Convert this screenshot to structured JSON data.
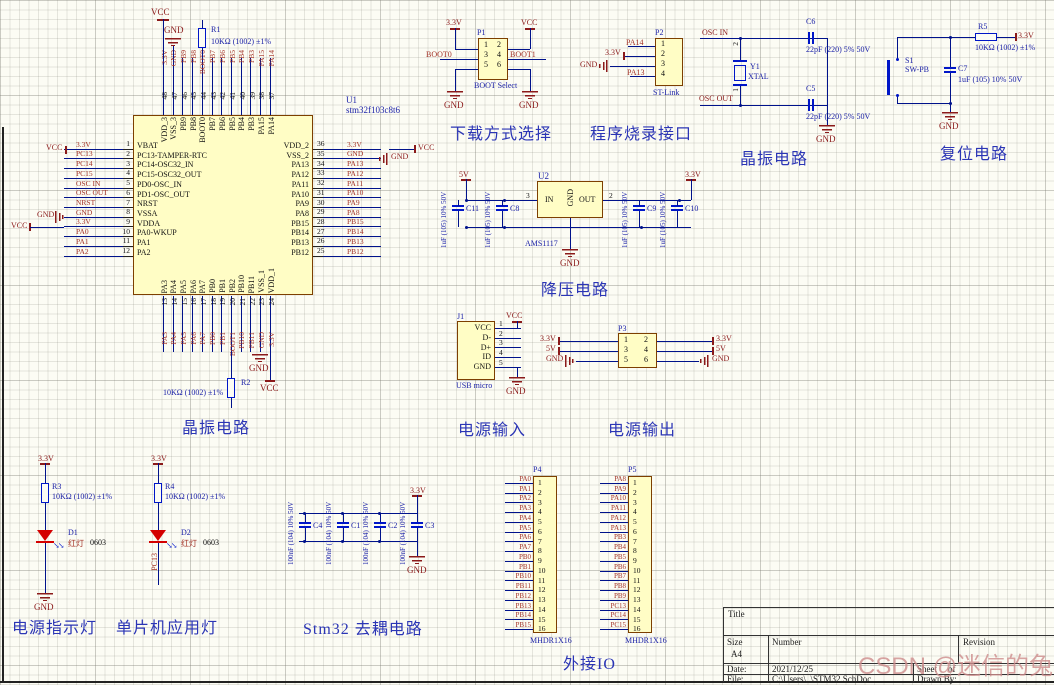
{
  "sym": {
    "vcc": "VCC",
    "gnd": "GND",
    "v33": "3.3V",
    "v5": "5V"
  },
  "labels": {
    "download": "下载方式选择",
    "program": "程序烧录接口",
    "crystal": "晶振电路",
    "reset": "复位电路",
    "buck": "降压电路",
    "power_in": "电源输入",
    "power_out": "电源输出",
    "crystal2": "晶振电路",
    "power_led": "电源指示灯",
    "app_led": "单片机应用灯",
    "decouple": "Stm32 去耦电路",
    "ext_io": "外接IO"
  },
  "u1": {
    "ref": "U1",
    "part": "stm32f103c8t6",
    "left": [
      {
        "net": "3.3V",
        "num": "1",
        "name": "VBAT"
      },
      {
        "net": "PC13",
        "num": "2",
        "name": "PC13-TAMPER-RTC"
      },
      {
        "net": "PC14",
        "num": "3",
        "name": "PC14-OSC32_IN"
      },
      {
        "net": "PC15",
        "num": "4",
        "name": "PC15-OSC32_OUT"
      },
      {
        "net": "OSC IN",
        "num": "5",
        "name": "PD0-OSC_IN"
      },
      {
        "net": "OSC OUT",
        "num": "6",
        "name": "PD1-OSC_OUT"
      },
      {
        "net": "NRST",
        "num": "7",
        "name": "NRST"
      },
      {
        "net": "GND",
        "num": "8",
        "name": "VSSA"
      },
      {
        "net": "3.3V",
        "num": "9",
        "name": "VDDA"
      },
      {
        "net": "PA0",
        "num": "10",
        "name": "PA0-WKUP"
      },
      {
        "net": "PA1",
        "num": "11",
        "name": "PA1"
      },
      {
        "net": "PA2",
        "num": "12",
        "name": "PA2"
      }
    ],
    "right": [
      {
        "net": "3.3V",
        "num": "36",
        "name": "VDD_2"
      },
      {
        "net": "GND",
        "num": "35",
        "name": "VSS_2"
      },
      {
        "net": "PA13",
        "num": "34",
        "name": "PA13"
      },
      {
        "net": "PA12",
        "num": "33",
        "name": "PA12"
      },
      {
        "net": "PA11",
        "num": "32",
        "name": "PA11"
      },
      {
        "net": "PA10",
        "num": "31",
        "name": "PA10"
      },
      {
        "net": "PA9",
        "num": "30",
        "name": "PA9"
      },
      {
        "net": "PA8",
        "num": "29",
        "name": "PA8"
      },
      {
        "net": "PB15",
        "num": "28",
        "name": "PB15"
      },
      {
        "net": "PB14",
        "num": "27",
        "name": "PB14"
      },
      {
        "net": "PB13",
        "num": "26",
        "name": "PB13"
      },
      {
        "net": "PB12",
        "num": "25",
        "name": "PB12"
      }
    ],
    "top": [
      {
        "net": "3.3V",
        "num": "48",
        "name": "VDD_3"
      },
      {
        "net": "GND",
        "num": "47",
        "name": "VSS_3"
      },
      {
        "net": "PB9",
        "num": "46",
        "name": "PB9"
      },
      {
        "net": "PB8",
        "num": "45",
        "name": "PB8"
      },
      {
        "net": "BOOT0",
        "num": "44",
        "name": "BOOT0"
      },
      {
        "net": "PB7",
        "num": "43",
        "name": "PB7"
      },
      {
        "net": "PB6",
        "num": "42",
        "name": "PB6"
      },
      {
        "net": "PB5",
        "num": "41",
        "name": "PB5"
      },
      {
        "net": "PB4",
        "num": "40",
        "name": "PB4"
      },
      {
        "net": "PB3",
        "num": "39",
        "name": "PB3"
      },
      {
        "net": "PA15",
        "num": "38",
        "name": "PA15"
      },
      {
        "net": "PA14",
        "num": "37",
        "name": "PA14"
      }
    ],
    "bottom": [
      {
        "net": "PA3",
        "num": "13",
        "name": "PA3"
      },
      {
        "net": "PA4",
        "num": "14",
        "name": "PA4"
      },
      {
        "net": "PA5",
        "num": "15",
        "name": "PA5"
      },
      {
        "net": "PA6",
        "num": "16",
        "name": "PA6"
      },
      {
        "net": "PA7",
        "num": "17",
        "name": "PA7"
      },
      {
        "net": "PB0",
        "num": "18",
        "name": "PB0"
      },
      {
        "net": "PB1",
        "num": "19",
        "name": "PB1"
      },
      {
        "net": "BOOT1",
        "num": "20",
        "name": "PB2"
      },
      {
        "net": "PB10",
        "num": "21",
        "name": "PB10"
      },
      {
        "net": "PB11",
        "num": "22",
        "name": "PB11"
      },
      {
        "net": "GND",
        "num": "23",
        "name": "VSS_1"
      },
      {
        "net": "3.3V",
        "num": "24",
        "name": "VDD_1"
      }
    ]
  },
  "r1": {
    "ref": "R1",
    "val": "10KΩ (1002) ±1%"
  },
  "r2": {
    "ref": "R2",
    "val": "10KΩ (1002) ±1%"
  },
  "r5": {
    "ref": "R5",
    "val": "10KΩ (1002) ±1%"
  },
  "boot": {
    "ref": "P1",
    "name": "BOOT Select",
    "left_pins": [
      "1",
      "3",
      "5"
    ],
    "right_pins": [
      "2",
      "4",
      "6"
    ],
    "net_left": "BOOT0",
    "net_right": "BOOT1"
  },
  "stlink": {
    "ref": "P2",
    "name": "ST-Link",
    "pins": [
      "1",
      "2",
      "3",
      "4"
    ],
    "net_pin1": "PA14",
    "net_pin4": "PA13"
  },
  "xtal": {
    "ref": "Y1",
    "part": "XTAL",
    "pin_top": "2",
    "pin_bot": "1",
    "osc_in": "OSC IN",
    "osc_out": "OSC OUT"
  },
  "c6": {
    "ref": "C6",
    "val": "22pF (220) 5% 50V"
  },
  "c5": {
    "ref": "C5",
    "val": "22pF (220) 5% 50V"
  },
  "reset": {
    "s1_ref": "S1",
    "s1_part": "SW-PB",
    "c7_ref": "C7",
    "c7_val": "1uF (105) 10% 50V"
  },
  "reg": {
    "ref": "U2",
    "part": "AMS1117",
    "pin_in": "IN",
    "pin_gnd": "GND",
    "pin_out": "OUT",
    "num_in": "3",
    "num_out": "2",
    "caps": [
      {
        "ref": "C8",
        "val": "1uF (105) 10% 50V"
      },
      {
        "ref": "C9",
        "val": "1uF (105) 10% 50V"
      },
      {
        "ref": "C10",
        "val": "1uF (105) 10% 50V"
      },
      {
        "ref": "C11",
        "val": "1uF (105) 10% 50V"
      }
    ]
  },
  "usb": {
    "ref": "J1",
    "part": "USB micro",
    "rows": [
      {
        "num": "1",
        "name": "VCC"
      },
      {
        "num": "2",
        "name": "D-"
      },
      {
        "num": "3",
        "name": "D+"
      },
      {
        "num": "4",
        "name": "ID"
      },
      {
        "num": "5",
        "name": "GND"
      }
    ]
  },
  "pout": {
    "ref": "P3",
    "left_pins": [
      "1",
      "3",
      "5"
    ],
    "right_pins": [
      "2",
      "4",
      "6"
    ]
  },
  "dec": {
    "caps": [
      {
        "ref": "C1",
        "val": "100nF (104) 10% 50V"
      },
      {
        "ref": "C2",
        "val": "100nF (104) 10% 50V"
      },
      {
        "ref": "C3",
        "val": "100nF (104) 10% 50V"
      },
      {
        "ref": "C4",
        "val": "100nF (104) 10% 50V"
      }
    ]
  },
  "led1": {
    "r_ref": "R3",
    "r_val": "10KΩ (1002) ±1%",
    "d_ref": "D1",
    "d_color": "红灯",
    "d_pkg": "0603"
  },
  "led2": {
    "r_ref": "R4",
    "r_val": "10KΩ (1002) ±1%",
    "d_ref": "D2",
    "d_color": "红灯",
    "d_pkg": "0603",
    "net": "PC13"
  },
  "hdr1": {
    "ref": "P4",
    "part": "MHDR1X16",
    "pins": [
      {
        "num": "1",
        "net": "PA0"
      },
      {
        "num": "2",
        "net": "PA1"
      },
      {
        "num": "3",
        "net": "PA2"
      },
      {
        "num": "4",
        "net": "PA3"
      },
      {
        "num": "5",
        "net": "PA4"
      },
      {
        "num": "6",
        "net": "PA5"
      },
      {
        "num": "7",
        "net": "PA6"
      },
      {
        "num": "8",
        "net": "PA7"
      },
      {
        "num": "9",
        "net": "PB0"
      },
      {
        "num": "10",
        "net": "PB1"
      },
      {
        "num": "11",
        "net": "PB10"
      },
      {
        "num": "12",
        "net": "PB11"
      },
      {
        "num": "13",
        "net": "PB12"
      },
      {
        "num": "14",
        "net": "PB13"
      },
      {
        "num": "15",
        "net": "PB14"
      },
      {
        "num": "16",
        "net": "PB15"
      }
    ]
  },
  "hdr2": {
    "ref": "P5",
    "part": "MHDR1X16",
    "pins": [
      {
        "num": "1",
        "net": "PA8"
      },
      {
        "num": "2",
        "net": "PA9"
      },
      {
        "num": "3",
        "net": "PA10"
      },
      {
        "num": "4",
        "net": "PA11"
      },
      {
        "num": "5",
        "net": "PA12"
      },
      {
        "num": "6",
        "net": "PA13"
      },
      {
        "num": "7",
        "net": "PB3"
      },
      {
        "num": "8",
        "net": "PB4"
      },
      {
        "num": "9",
        "net": "PB5"
      },
      {
        "num": "10",
        "net": "PB6"
      },
      {
        "num": "11",
        "net": "PB7"
      },
      {
        "num": "12",
        "net": "PB8"
      },
      {
        "num": "13",
        "net": "PB9"
      },
      {
        "num": "14",
        "net": "PC13"
      },
      {
        "num": "15",
        "net": "PC14"
      },
      {
        "num": "16",
        "net": "PC15"
      }
    ]
  },
  "tb": {
    "title": "Title",
    "size": "Size",
    "size_val": "A4",
    "number": "Number",
    "revision": "Revision",
    "date": "Date:",
    "date_val": "2021/12/25",
    "sheet": "Sheet",
    "of": "of",
    "file": "File:",
    "file_val": "C:\\Users\\..\\STM32.SchDoc",
    "drawn": "Drawn By:"
  },
  "watermark": "CSDN @迷信的兔子"
}
